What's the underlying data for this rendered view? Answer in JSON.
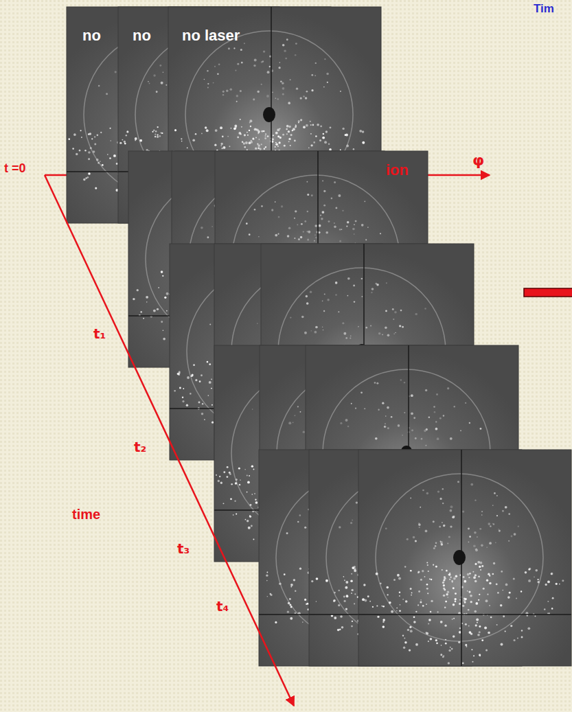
{
  "diagram": {
    "labels": [
      "Tim",
      "no",
      "no",
      "no laser",
      "ion",
      "φ",
      "t =0",
      "t₁",
      "t₂",
      "time",
      "t₃",
      "t₄"
    ]
  }
}
